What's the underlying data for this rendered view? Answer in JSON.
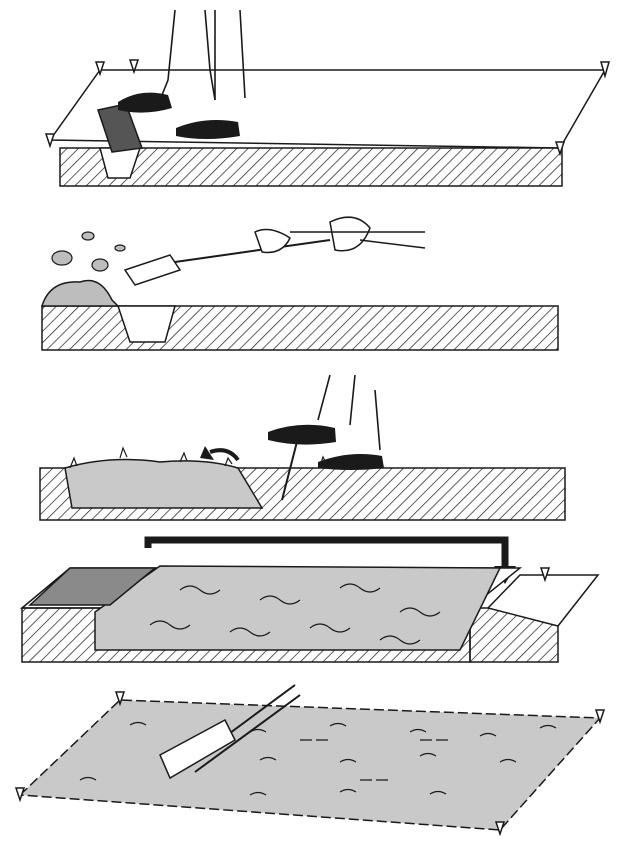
{
  "figure": {
    "steps": [
      {
        "id": "step-1"
      },
      {
        "id": "step-2"
      },
      {
        "id": "step-3"
      },
      {
        "id": "step-4"
      },
      {
        "id": "step-5"
      }
    ]
  },
  "colors": {
    "ink": "#1a1a1a",
    "soil_fill": "#c9c9c9",
    "paper": "#ffffff"
  }
}
